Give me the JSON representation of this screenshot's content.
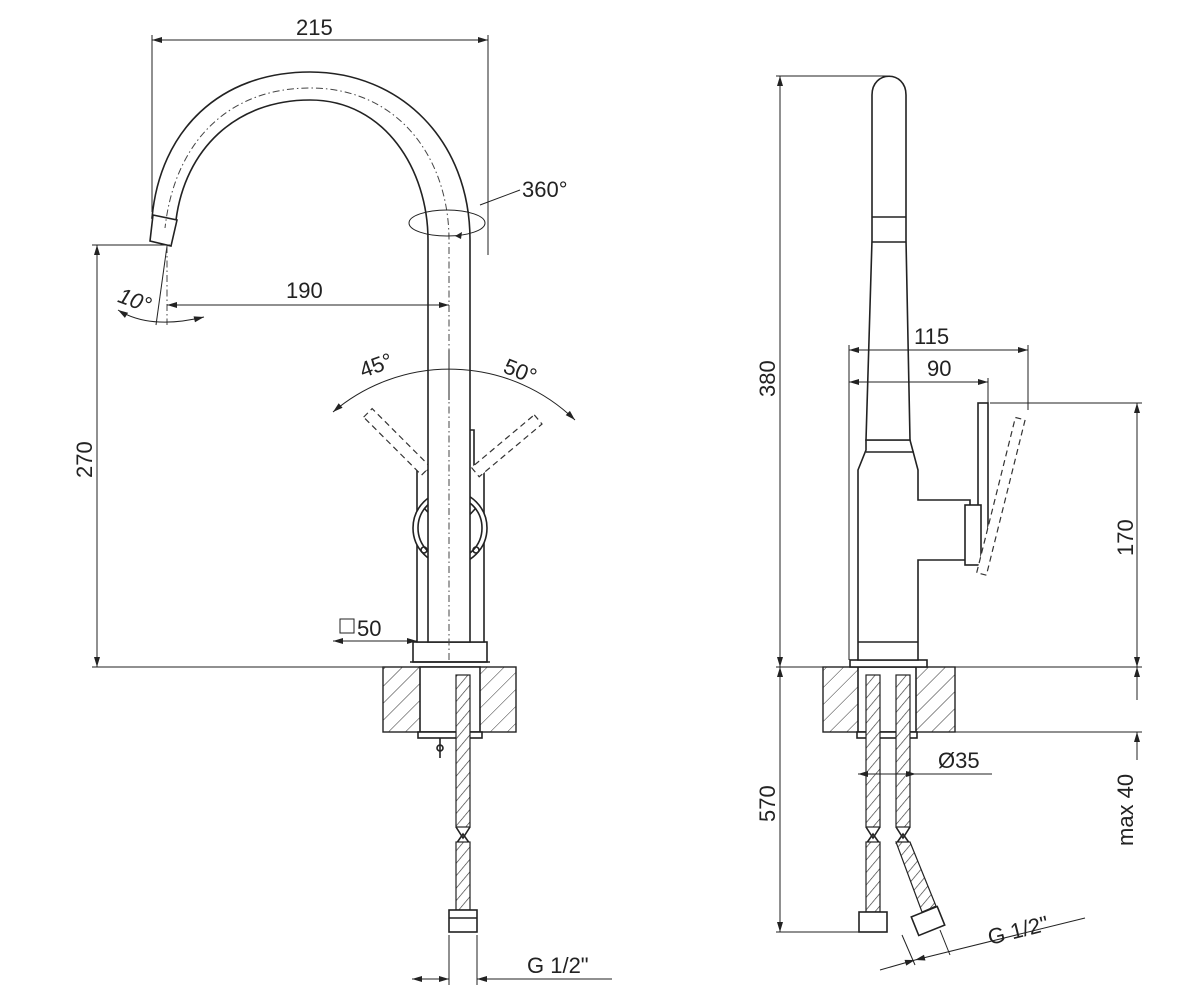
{
  "front_view": {
    "dims": {
      "total_width": "215",
      "spout_reach": "190",
      "height": "270",
      "swivel": "360°",
      "tilt": "10°",
      "lever_left": "45°",
      "lever_right": "50°",
      "base_square": "50",
      "connection": "G 1/2\""
    }
  },
  "side_view": {
    "dims": {
      "total_height": "380",
      "lever_depth_max": "115",
      "lever_depth": "90",
      "lever_height": "170",
      "hose_length": "570",
      "shank_diameter": "Ø35",
      "worktop_max": "max 40",
      "connection": "G 1/2\""
    }
  },
  "colors": {
    "line": "#222222",
    "background": "#ffffff"
  }
}
